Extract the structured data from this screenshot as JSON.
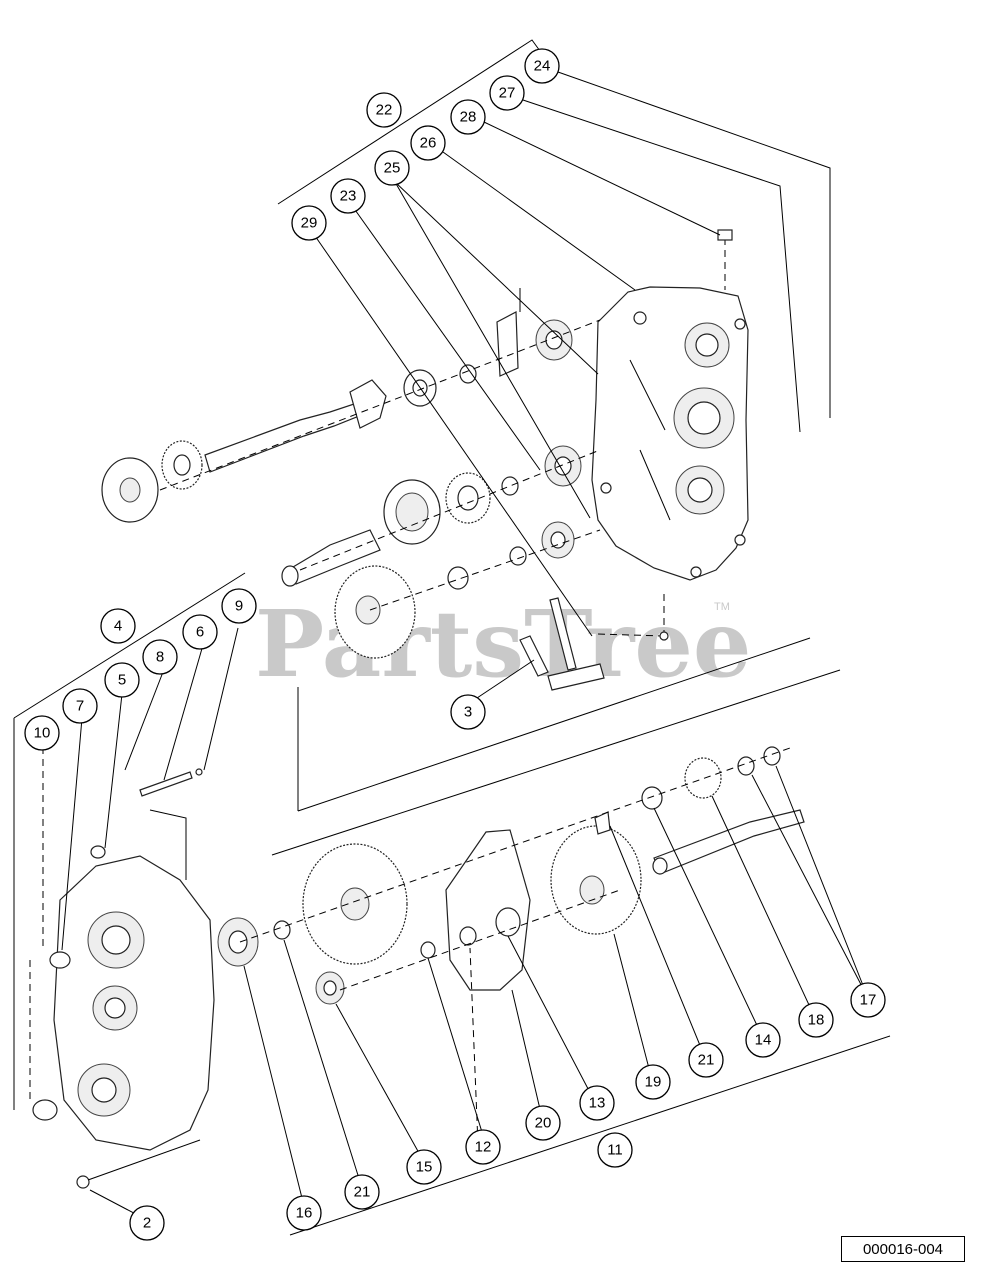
{
  "watermark": {
    "brand": "PartsTree",
    "trademark": "TM"
  },
  "diagram_code": "000016-004",
  "callouts": [
    "24",
    "27",
    "22",
    "28",
    "26",
    "25",
    "23",
    "29",
    "4",
    "6",
    "9",
    "8",
    "5",
    "7",
    "10",
    "3",
    "17",
    "18",
    "14",
    "21",
    "19",
    "13",
    "20",
    "12",
    "11",
    "15",
    "21",
    "16",
    "2"
  ]
}
